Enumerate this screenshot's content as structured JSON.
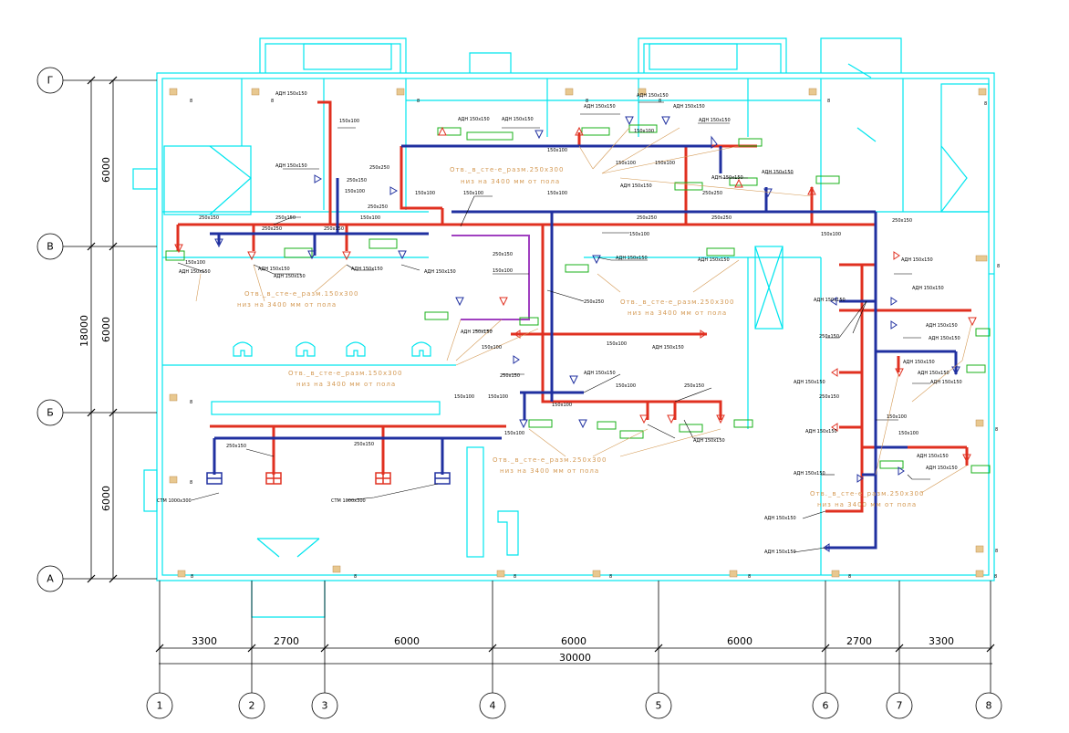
{
  "axes": {
    "rows": [
      "Г",
      "В",
      "Б",
      "А"
    ],
    "columns": [
      "1",
      "2",
      "3",
      "4",
      "5",
      "6",
      "7",
      "8"
    ]
  },
  "dimensions": {
    "bottom_spans": [
      "3300",
      "2700",
      "6000",
      "6000",
      "6000",
      "2700",
      "3300"
    ],
    "bottom_total": "30000",
    "left_spans": [
      "6000",
      "6000",
      "6000"
    ],
    "left_total": "18000"
  },
  "notes": [
    "Отв._в_сте-е_разм.150х300",
    "низ на 3400 мм от пола",
    "Отв._в_сте-е_разм.250х300",
    "низ на 3400 мм от пола",
    "Отв._в_сте-е_разм.150х300",
    "низ на 3400 мм от пола",
    "Отв._в_сте-е_разм.250х300",
    "низ на 3400 мм от пола",
    "Отв._в_сте-е_разм.250х300",
    "низ на 3400 мм от пола",
    "Отв._в_сте-е_разм.250х300",
    "низ на 3400 мм от пола"
  ],
  "tags": {
    "diffuser": "АДН 150х150",
    "duct_small": "150х100",
    "duct_med": "250х150",
    "duct_large": "250х250",
    "grille": "СТМ 1000х300",
    "room_mark": "8"
  },
  "colors": {
    "walls": "#00e5ee",
    "supply_duct": "#e03020",
    "exhaust_duct": "#2030a0",
    "openings": "#18b018",
    "notes": "#d49a55",
    "dimension_lines": "#000000"
  }
}
